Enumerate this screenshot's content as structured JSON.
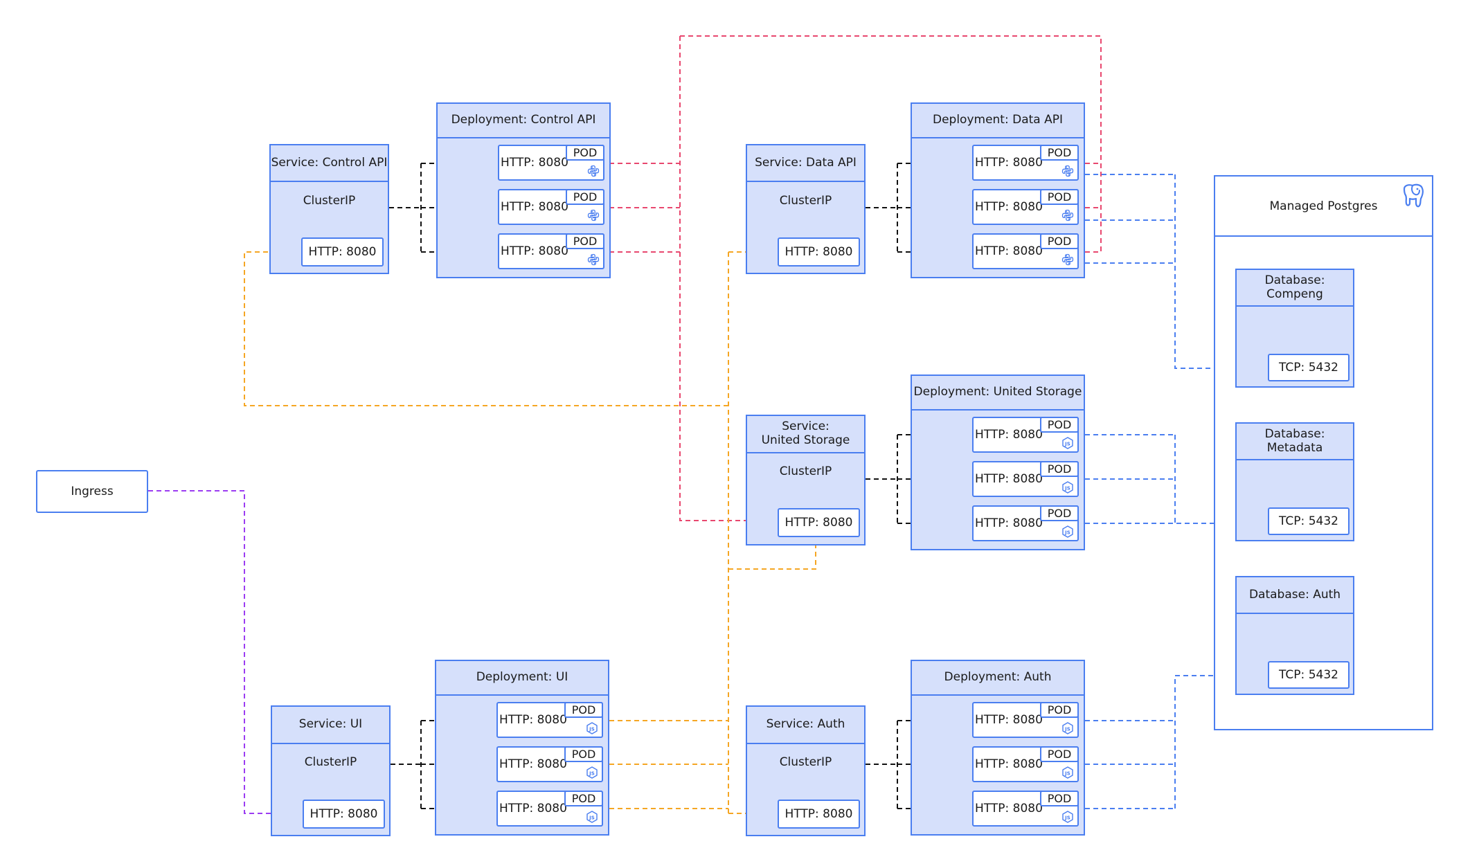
{
  "colors": {
    "box_fill": "#d6e0fb",
    "box_border": "#4a7ef0",
    "edge_internal": "#111111",
    "edge_control_api": "#e8476e",
    "edge_orange": "#f5a623",
    "edge_ingress": "#9b3cf2",
    "edge_db": "#4a7ef0"
  },
  "ingress": {
    "label": "Ingress"
  },
  "services": {
    "control_api": {
      "title": "Service: Control API",
      "type": "ClusterIP",
      "port": "HTTP: 8080"
    },
    "data_api": {
      "title": "Service: Data API",
      "type": "ClusterIP",
      "port": "HTTP: 8080"
    },
    "united_storage": {
      "title": "Service:\nUnited Storage",
      "type": "ClusterIP",
      "port": "HTTP: 8080"
    },
    "ui": {
      "title": "Service: UI",
      "type": "ClusterIP",
      "port": "HTTP: 8080"
    },
    "auth": {
      "title": "Service: Auth",
      "type": "ClusterIP",
      "port": "HTTP: 8080"
    }
  },
  "deployments": {
    "control_api": {
      "title": "Deployment: Control API",
      "icon": "python-icon",
      "pods": [
        {
          "label": "HTTP: 8080",
          "tag": "POD"
        },
        {
          "label": "HTTP: 8080",
          "tag": "POD"
        },
        {
          "label": "HTTP: 8080",
          "tag": "POD"
        }
      ]
    },
    "data_api": {
      "title": "Deployment: Data API",
      "icon": "python-icon",
      "pods": [
        {
          "label": "HTTP: 8080",
          "tag": "POD"
        },
        {
          "label": "HTTP: 8080",
          "tag": "POD"
        },
        {
          "label": "HTTP: 8080",
          "tag": "POD"
        }
      ]
    },
    "united_storage": {
      "title": "Deployment: United Storage",
      "icon": "nodejs-icon",
      "pods": [
        {
          "label": "HTTP: 8080",
          "tag": "POD"
        },
        {
          "label": "HTTP: 8080",
          "tag": "POD"
        },
        {
          "label": "HTTP: 8080",
          "tag": "POD"
        }
      ]
    },
    "ui": {
      "title": "Deployment: UI",
      "icon": "nodejs-icon",
      "pods": [
        {
          "label": "HTTP: 8080",
          "tag": "POD"
        },
        {
          "label": "HTTP: 8080",
          "tag": "POD"
        },
        {
          "label": "HTTP: 8080",
          "tag": "POD"
        }
      ]
    },
    "auth": {
      "title": "Deployment: Auth",
      "icon": "nodejs-icon",
      "pods": [
        {
          "label": "HTTP: 8080",
          "tag": "POD"
        },
        {
          "label": "HTTP: 8080",
          "tag": "POD"
        },
        {
          "label": "HTTP: 8080",
          "tag": "POD"
        }
      ]
    }
  },
  "postgres": {
    "title": "Managed Postgres",
    "icon": "postgres-elephant-icon",
    "databases": [
      {
        "title": "Database: Compeng",
        "port": "TCP: 5432"
      },
      {
        "title": "Database: Metadata",
        "port": "TCP: 5432"
      },
      {
        "title": "Database: Auth",
        "port": "TCP: 5432"
      }
    ]
  }
}
